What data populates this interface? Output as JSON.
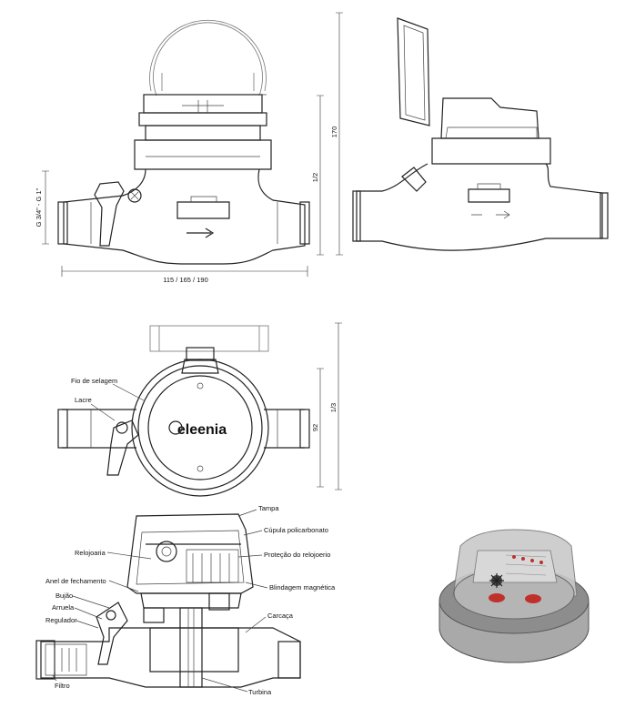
{
  "dimensions": {
    "height_total": "170",
    "height_half": "1/2",
    "thread": "G 3/4\" - G 1\"",
    "lengths": "115 / 165 / 190",
    "width": "92",
    "width_fraction": "1/3"
  },
  "top_view": {
    "brand": "eleenia",
    "labels": {
      "seal_wire": "Fio de selagem",
      "seal": "Lacre"
    }
  },
  "section_view": {
    "labels": {
      "cover": "Tampa",
      "dome": "Cúpula policarbonato",
      "register": "Relojoaria",
      "register_protection": "Proteção do relojoerio",
      "magnetic_shield": "Blindagem magnética",
      "closing_ring": "Anel de fechamento",
      "plug": "Bujão",
      "washer": "Arruela",
      "regulator": "Regulador",
      "body": "Carcaça",
      "filter": "Filtro",
      "turbine": "Turbina"
    }
  },
  "colors": {
    "line": "#222222",
    "accent_red": "#c0302b",
    "body_grey": "#b9b9b9"
  }
}
